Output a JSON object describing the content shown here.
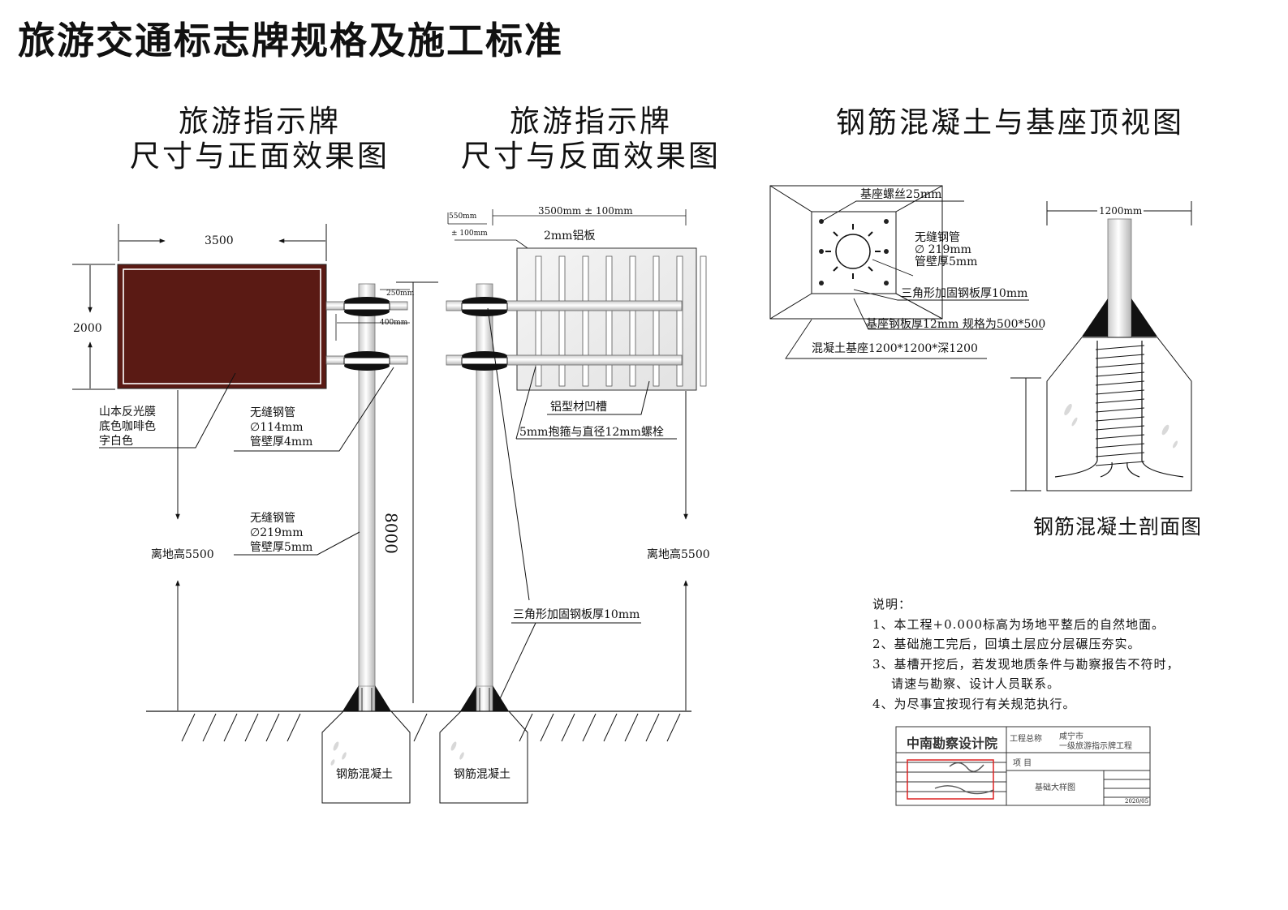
{
  "page": {
    "title": "旅游交通标志牌规格及施工标准"
  },
  "sections": {
    "front": {
      "title_line1": "旅游指示牌",
      "title_line2": "尺寸与正面效果图"
    },
    "back": {
      "title_line1": "旅游指示牌",
      "title_line2": "尺寸与反面效果图"
    },
    "top_view": {
      "title": "钢筋混凝土与基座顶视图"
    },
    "section_view": {
      "title": "钢筋混凝土剖面图"
    }
  },
  "front": {
    "width_dim": "3500",
    "height_dim": "2000",
    "film_note": [
      "山本反光膜",
      "底色咖啡色",
      "字白色"
    ],
    "small_pipe": [
      "无缝钢管",
      "∅114mm",
      "管壁厚4mm"
    ],
    "big_pipe": [
      "无缝钢管",
      "∅219mm",
      "管壁厚5mm"
    ],
    "clearance": "离地高5500",
    "arm_dim_1": "250mm",
    "arm_dim_2": "400mm",
    "pole_height": "8000",
    "footing": "钢筋混凝土",
    "sign_color": "#5a1a14"
  },
  "back": {
    "top_dim": "3500mm ± 100mm",
    "left_dim_1": "550mm",
    "left_dim_2": "± 100mm",
    "plate": "2mm铝板",
    "groove": "铝型材凹槽",
    "clamp": "5mm抱箍与直径12mm螺栓",
    "gusset": "三角形加固钢板厚10mm",
    "clearance": "离地高5500",
    "footing": "钢筋混凝土"
  },
  "top_view": {
    "bolt": "基座螺丝25mm",
    "pipe": [
      "无缝钢管",
      "∅  219mm",
      "管壁厚5mm"
    ],
    "gusset": "三角形加固钢板厚10mm",
    "base_plate": "基座钢板厚12mm  规格为500*500",
    "concrete": "混凝土基座1200*1200*深1200"
  },
  "section_view": {
    "width_dim": "1200mm"
  },
  "notes": {
    "heading": "说明：",
    "items": [
      "1、本工程+0.000标高为场地平整后的自然地面。",
      "2、基础施工完后，回填土层应分层碾压夯实。",
      "3、基槽开挖后，若发现地质条件与勘察报告不符时，",
      "    请速与勘察、设计人员联系。",
      "4、为尽事宜按现行有关规范执行。"
    ]
  },
  "title_block": {
    "org": "中南勘察设计院",
    "project_label": "工程总称",
    "project_value_1": "咸宁市",
    "project_value_2": "一级旅游指示牌工程",
    "item_label": "项    目",
    "drawing_name": "基础大样图",
    "date": "2020/05"
  }
}
